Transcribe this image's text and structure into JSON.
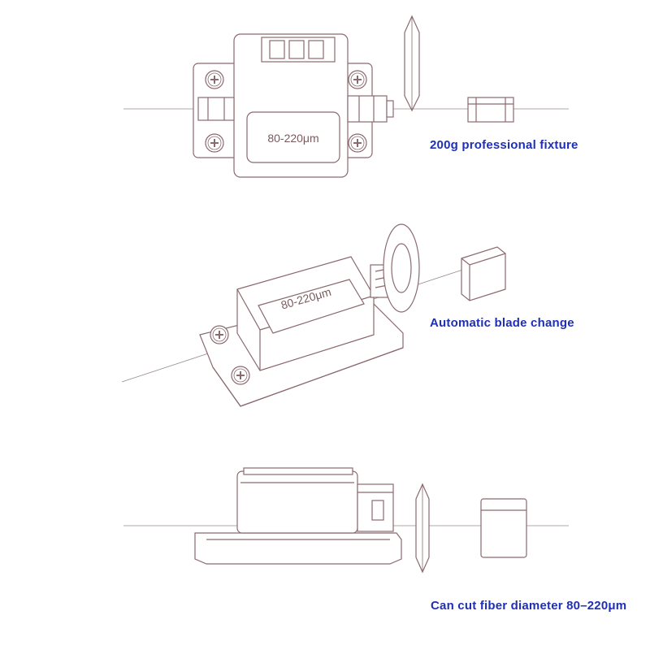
{
  "captions": {
    "fixture": "200g professional fixture",
    "blade": "Automatic blade change",
    "diameter": "Can cut fiber diameter 80–220μm"
  },
  "device": {
    "plate_label": "80-220μm"
  },
  "colors": {
    "caption": "#1f2fb8",
    "line_art": "#8b6a6e",
    "fiber": "#9a8a8c"
  }
}
